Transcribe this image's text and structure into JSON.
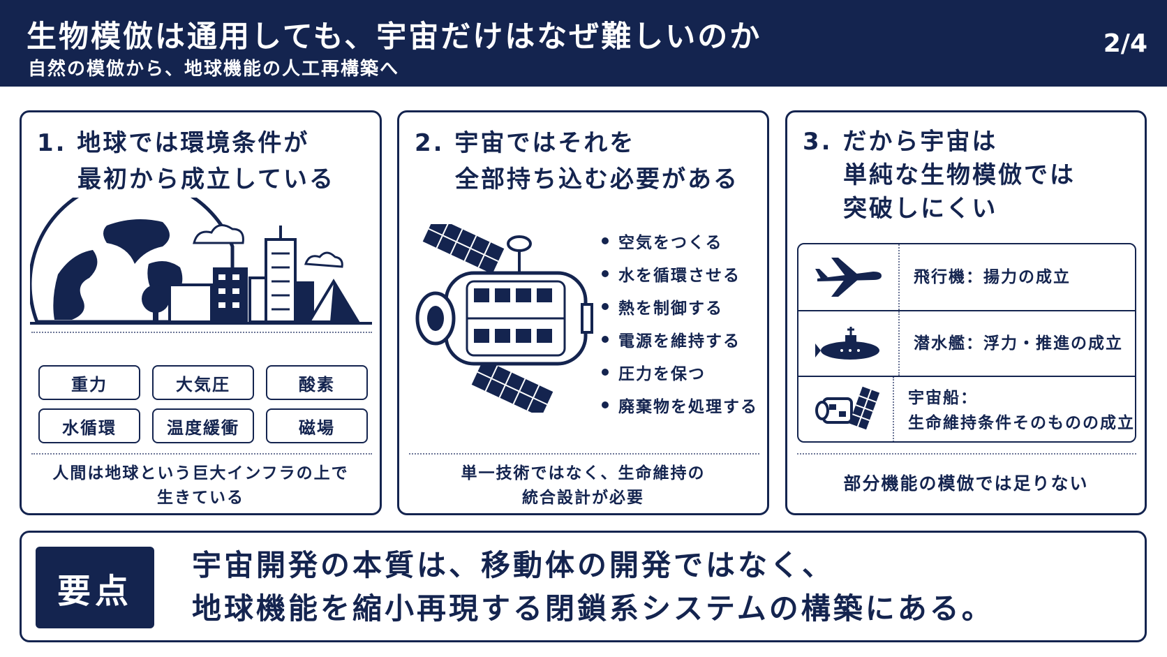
{
  "header": {
    "title": "生物模倣は通用しても、宇宙だけはなぜ難しいのか",
    "subtitle": "自然の模倣から、地球機能の人工再構築へ",
    "page": "2/4"
  },
  "panel1": {
    "title_line1": "1. 地球では環境条件が",
    "title_line2": "最初から成立している",
    "tags": [
      "重力",
      "大気圧",
      "酸素",
      "水循環",
      "温度緩衝",
      "磁場"
    ],
    "footer_line1": "人間は地球という巨大インフラの上で",
    "footer_line2": "生きている"
  },
  "panel2": {
    "title_line1": "2. 宇宙ではそれを",
    "title_line2": "全部持ち込む必要がある",
    "bullets": [
      "空気をつくる",
      "水を循環させる",
      "熱を制御する",
      "電源を維持する",
      "圧力を保つ",
      "廃棄物を処理する"
    ],
    "footer_line1": "単一技術ではなく、生命維持の",
    "footer_line2": "統合設計が必要"
  },
  "panel3": {
    "title_line1": "3. だから宇宙は",
    "title_line2": "単純な生物模倣では",
    "title_line3": "突破しにくい",
    "rows": [
      {
        "icon": "airplane-icon",
        "line1": "飛行機：揚力の成立",
        "line2": ""
      },
      {
        "icon": "submarine-icon",
        "line1": "潜水艦：浮力・推進の成立",
        "line2": ""
      },
      {
        "icon": "spacecraft-icon",
        "line1": "宇宙船：",
        "line2": "生命維持条件そのものの成立"
      }
    ],
    "footer": "部分機能の模倣では足りない"
  },
  "summary": {
    "label": "要点",
    "line1": "宇宙開発の本質は、移動体の開発ではなく、",
    "line2": "地球機能を縮小再現する閉鎖系システムの構築にある。"
  },
  "colors": {
    "navy": "#14244f",
    "white": "#ffffff"
  }
}
